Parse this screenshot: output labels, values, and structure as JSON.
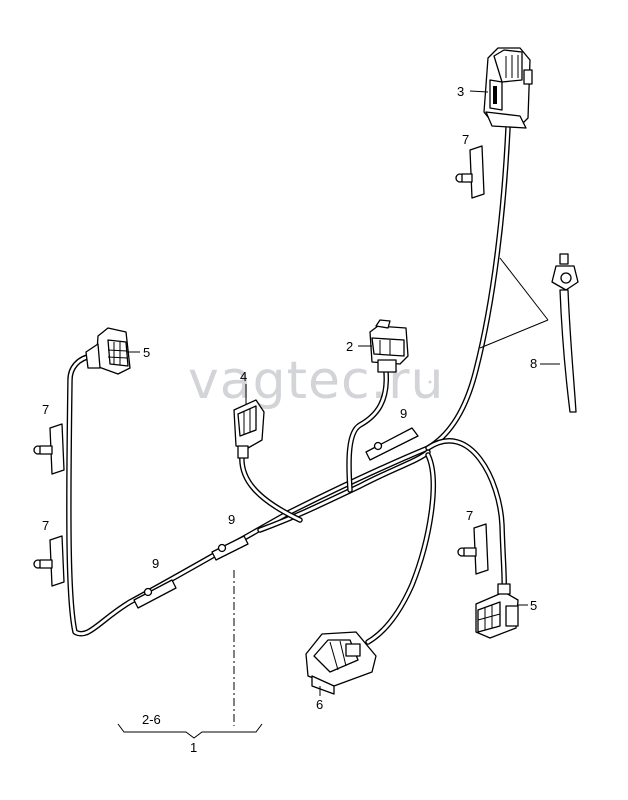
{
  "watermark": "vagtec.ru",
  "callouts": {
    "c1": "1",
    "c2": "2",
    "c2_6": "2-6",
    "c3": "3",
    "c4": "4",
    "c5a": "5",
    "c5b": "5",
    "c6": "6",
    "c7a": "7",
    "c7b": "7",
    "c7c": "7",
    "c7d": "7",
    "c8": "8",
    "c9a": "9",
    "c9b": "9",
    "c9c": "9"
  }
}
